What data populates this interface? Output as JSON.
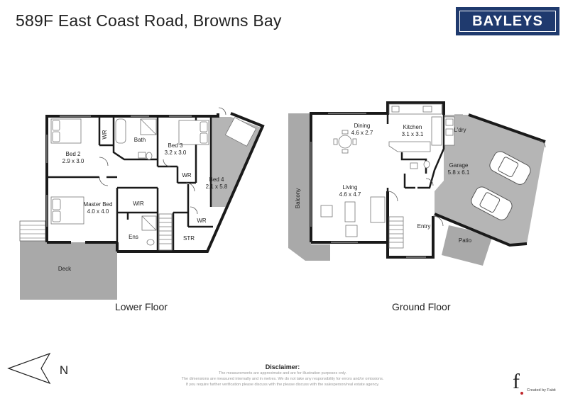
{
  "header": {
    "address": "589F East Coast Road, Browns Bay",
    "brand": "BAYLEYS"
  },
  "lower_floor": {
    "label": "Lower Floor",
    "rooms": {
      "bed2_name": "Bed 2",
      "bed2_dims": "2.9 x 3.0",
      "wr1": "WR",
      "bath": "Bath",
      "bed3_name": "Bed 3",
      "bed3_dims": "3.2 x 3.0",
      "wr2": "WR",
      "bed4_name": "Bed 4",
      "bed4_dims": "2.1 x 5.8",
      "master_name": "Master Bed",
      "master_dims": "4.0 x 4.0",
      "wir": "WIR",
      "ens": "Ens",
      "str": "STR",
      "wr3": "WR",
      "deck": "Deck"
    }
  },
  "ground_floor": {
    "label": "Ground Floor",
    "rooms": {
      "dining_name": "Dining",
      "dining_dims": "4.6 x 2.7",
      "kitchen_name": "Kitchen",
      "kitchen_dims": "3.1 x 3.1",
      "ldry": "L'dry",
      "garage_name": "Garage",
      "garage_dims": "5.8 x 6.1",
      "living_name": "Living",
      "living_dims": "4.6 x 4.7",
      "balcony": "Balcony",
      "entry": "Entry",
      "patio": "Patio"
    }
  },
  "compass": {
    "label": "N"
  },
  "disclaimer": {
    "title": "Disclaimer:",
    "lines": [
      "The measurements are approximate and are for illustration purposes only.",
      "The dimensions are measured internally and in metres. We do not take any responsibility for errors and/or omissions.",
      "If you require further verification please discuss with the please discuss with the salesperson/real estate agency."
    ]
  },
  "credit": {
    "mark": "f",
    "text": "Created by Fabit"
  },
  "colors": {
    "brand_navy": "#1f3a6e",
    "wall": "#1a1a1a",
    "outdoor_grey": "#a9a9a9",
    "fabit_dot": "#c0282d"
  }
}
